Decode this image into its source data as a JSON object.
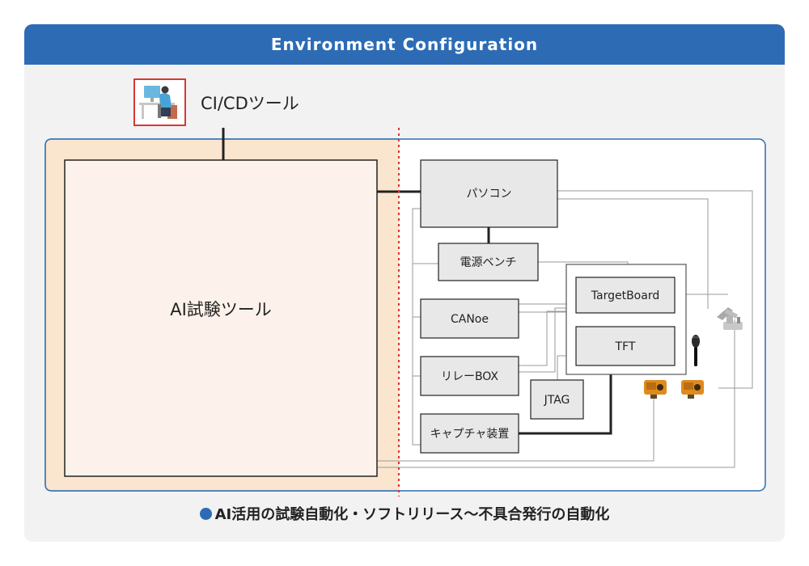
{
  "header": {
    "title": "Environment Configuration"
  },
  "ci_tool": {
    "label": "CI/CDツール",
    "icon": "person-at-computer-icon"
  },
  "ai_tool": {
    "label": "AI試験ツール"
  },
  "devices": {
    "pc": "パソコン",
    "power": "電源ベンチ",
    "canoe": "CANoe",
    "relay": "リレーBOX",
    "capture": "キャプチャ装置",
    "jtag": "JTAG",
    "target": "TargetBoard",
    "tft": "TFT"
  },
  "peripherals": {
    "robot_arm": "robot-arm-icon",
    "microphone": "microphone-icon",
    "camera": "camera-icon"
  },
  "footer": {
    "text": "AI活用の試験自動化・ソフトリリース〜不具合発行の自動化"
  },
  "colors": {
    "header": "#2d6cb5",
    "panel": "#f2f2f2",
    "ai_zone": "#fae5cf",
    "ai_box": "#fdf2eb",
    "device_box": "#e8e8e8",
    "divider": "#d93636",
    "frame": "#2d6cb5"
  }
}
